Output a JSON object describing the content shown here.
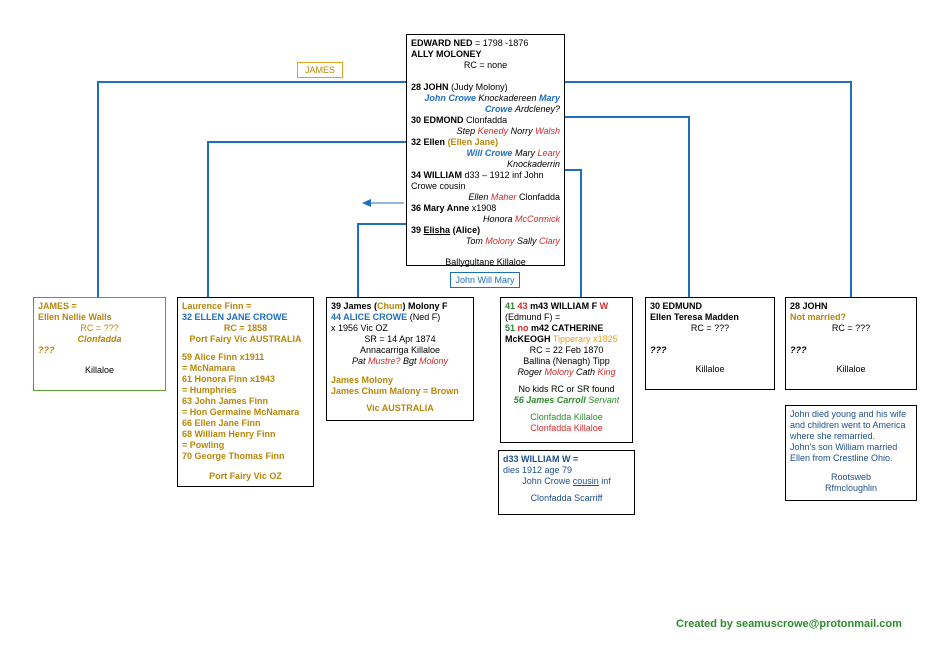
{
  "parents": {
    "l1_name": "EDWARD NED",
    "l1_dates": "= 1798 -1876",
    "l2": "ALLY MOLONEY",
    "l3": "RC = none",
    "john_num": "28",
    "john_name": "JOHN",
    "john_spouse": "(Judy Molony)",
    "john_l2a": "John Crowe",
    "john_l2b": "Knockadereen",
    "john_l2c": "Mary",
    "john_l3a": "Crowe",
    "john_l3b": "Ardcleney?",
    "edmond_num": "30",
    "edmond_name": "EDMOND",
    "edmond_place": "Clonfadda",
    "edmond_l2a": "Step",
    "edmond_l2b": "Kenedy",
    "edmond_l2c": "Norry",
    "edmond_l2d": "Walsh",
    "ellen_num": "32",
    "ellen_name": "Ellen",
    "ellen_alias": "(Ellen Jane)",
    "ellen_l2a": "Will Crowe",
    "ellen_l2b": "Mary",
    "ellen_l2c": "Leary",
    "ellen_l3": "Knockaderrin",
    "william_num": "34",
    "william_name": "WILLIAM",
    "william_rest": "d33 – 1912 inf John",
    "william_l2": "Crowe cousin",
    "william_l3a": "Ellen",
    "william_l3b": "Maher",
    "william_l3c": "Clonfadda",
    "maryanne_num": "36",
    "maryanne_name": "Mary Anne",
    "maryanne_rest": "x1908",
    "maryanne_l2a": "Honora",
    "maryanne_l2b": "McCormick",
    "elisha_num": "39",
    "elisha_name": "Elisha",
    "elisha_alias": "(Alice)",
    "elisha_l2a": "Tom",
    "elisha_l2b": "Molony",
    "elisha_l2c": "Sally",
    "elisha_l2d": "Clary",
    "footer": "Ballygultane  Killaloe"
  },
  "labels": {
    "james_tag": "JAMES",
    "john_will_mary": "John Will Mary"
  },
  "james_box": {
    "l1": "JAMES  =",
    "l2": "Ellen Nellie Walls",
    "l3": "RC = ???",
    "l4": "Clonfadda",
    "l5": "???",
    "l6": "Killaloe"
  },
  "finn_box": {
    "l1": "Laurence Finn  =",
    "l2a": "32",
    "l2b": "ELLEN JANE CROWE",
    "l3": "RC = 1858",
    "l4": "Port Fairy Vic AUSTRALIA",
    "l5": "59 Alice Finn x1911",
    "l6": "= McNamara",
    "l7": "61 Honora Finn x1943",
    "l8": "= Humphries",
    "l9": "63 John James Finn",
    "l10": "= Hon Germaine McNamara",
    "l11": "66 Ellen Jane Finn",
    "l12": "68  William Henry Finn",
    "l13": "= Powling",
    "l14": "70  George Thomas Finn",
    "l15": "Port Fairy Vic OZ"
  },
  "molony_box": {
    "l1a": "39 James (",
    "l1b": "Chum",
    "l1c": ") Molony F",
    "l2a": "44 ALICE CROWE",
    "l2b": "(Ned  F)",
    "l3": "x 1956 Vic OZ",
    "l4": "SR = 14 Apr 1874",
    "l5": "Annacarriga Killaloe",
    "l6a": "Pat",
    "l6b": "Mustre?",
    "l6c": "Bgt",
    "l6d": "Molony",
    "l7": "James Molony",
    "l8": "James Chum Malony = Brown",
    "l9": "Vic AUSTRALIA"
  },
  "william_box": {
    "l1a": "41",
    "l1b": "43",
    "l1c": "m43 WILLIAM F",
    "l1d": "W",
    "l2": "(Edmund F) =",
    "l3a": "51",
    "l3b": "no",
    "l3c": "m42 CATHERINE",
    "l4a": "McKEOGH",
    "l4b": "Tipperary",
    "l4c": "x1825",
    "l5": "RC = 22 Feb 1870",
    "l6": "Ballina (Nenagh) Tipp",
    "l7a": "Roger",
    "l7b": "Molony",
    "l7c": "Cath",
    "l7d": "King",
    "l8": "No kids RC or SR found",
    "l9a": "56 James Carroll",
    "l9b": "Servant",
    "l10": "Clonfadda  Killaloe",
    "l11": "Clonfadda  Killaloe"
  },
  "d33_box": {
    "l1": "d33 WILLIAM W =",
    "l2": "dies 1912 age 79",
    "l3a": "John Crowe",
    "l3b": "cousin",
    "l3c": "inf",
    "l4": "Clonfadda  Scarriff"
  },
  "edmund_box": {
    "l1": "30 EDMUND",
    "l2": "Ellen Teresa Madden",
    "l3": "RC = ???",
    "l4": "???",
    "l5": "Killaloe"
  },
  "john_box": {
    "l1": "28  JOHN",
    "l2": "Not married?",
    "l3": "RC = ???",
    "l4": "???",
    "l5": "Killaloe"
  },
  "note_box": {
    "l1": "John died young and his wife",
    "l2": "and children went to America",
    "l3": "where she remarried.",
    "l4": "John's son William married",
    "l5": "Ellen from Crestline Ohio.",
    "l6": "Rootsweb",
    "l7": "Rfmcloughlin"
  },
  "credit": "Created by seamuscrowe@protonmail.com",
  "colors": {
    "connector": "#1f6fc1",
    "gold_text": "#b8860b",
    "blue_text": "#1f6fc1",
    "red_text": "#d42a2a",
    "green_text": "#2e8b2e",
    "green_border": "#5aa02c",
    "orange_tag_border": "#e8a020"
  }
}
